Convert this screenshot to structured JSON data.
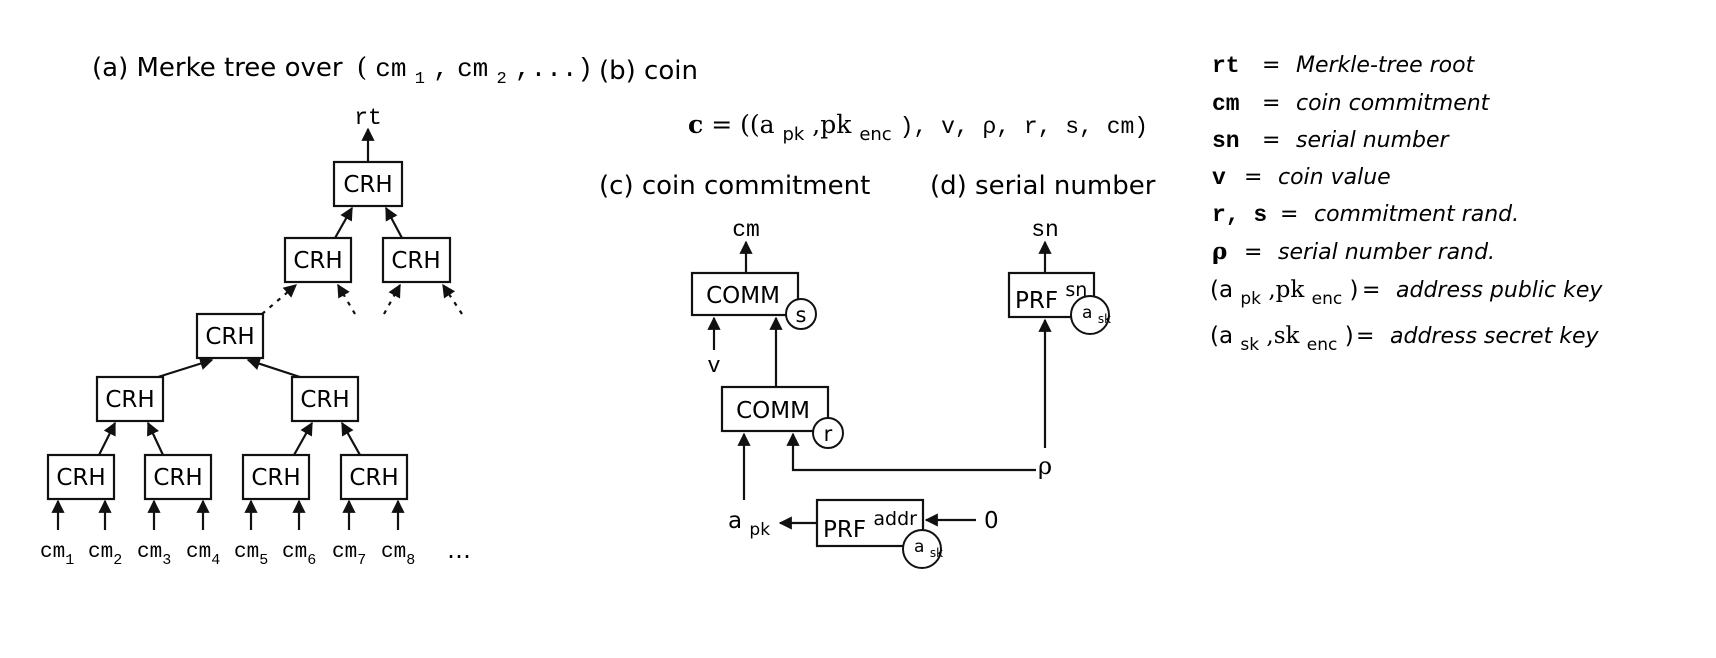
{
  "panel_a": {
    "title_prefix": "(a) Merke tree over",
    "title_open": "(",
    "title_cm": "cm",
    "title_sub1": "1",
    "title_comma1": ",",
    "title_sub2": "2",
    "title_tail": ",...)",
    "root_label": "rt",
    "node_label": "CRH",
    "leaf_base": "cm",
    "leaf_subs": [
      "1",
      "2",
      "3",
      "4",
      "5",
      "6",
      "7",
      "8"
    ],
    "ellipsis": "…"
  },
  "panel_b": {
    "title": "(b) coin",
    "coin_c": "c",
    "coin_eq_open": " = ((a",
    "coin_pk": "pk",
    "coin_comma": ",pk",
    "coin_enc": "enc",
    "coin_rest": "), v, ρ, r, s, cm)"
  },
  "panel_c": {
    "title": "(c) coin commitment",
    "out_label": "cm",
    "comm_label": "COMM",
    "comm_outer_rand": "s",
    "comm_inner_rand": "r",
    "v_label": "v",
    "apk_base": "a",
    "apk_sub": "pk",
    "prf_label": "PRF",
    "prf_sup": "addr",
    "prf_key_base": "a",
    "prf_key_sub": "sk",
    "zero_label": "0",
    "rho_label": "ρ"
  },
  "panel_d": {
    "title": "(d) serial number",
    "out_label": "sn",
    "prf_label": "PRF",
    "prf_sup": "sn",
    "prf_key_base": "a",
    "prf_key_sub": "sk"
  },
  "legend": {
    "rt_sym": "rt",
    "rt_eq": "=",
    "rt_desc": "Merkle-tree root",
    "cm_sym": "cm",
    "cm_eq": "=",
    "cm_desc": "coin commitment",
    "sn_sym": "sn",
    "sn_eq": "=",
    "sn_desc": "serial number",
    "v_sym": "v",
    "v_eq": "=",
    "v_desc": "coin value",
    "rs_sym": "r, s",
    "rs_eq": "=",
    "rs_desc": "commitment rand.",
    "rho_sym": "ρ",
    "rho_eq": "=",
    "rho_desc": "serial number rand.",
    "pk_open": "(a",
    "pk_sub": "pk",
    "pk_mid": ",pk",
    "pk_enc": "enc",
    "pk_close": ")",
    "pk_eq": "=",
    "pk_desc": "address public key",
    "sk_open": "(a",
    "sk_sub": "sk",
    "sk_mid": ",sk",
    "sk_enc": "enc",
    "sk_close": ")",
    "sk_eq": "=",
    "sk_desc": "address secret key"
  }
}
